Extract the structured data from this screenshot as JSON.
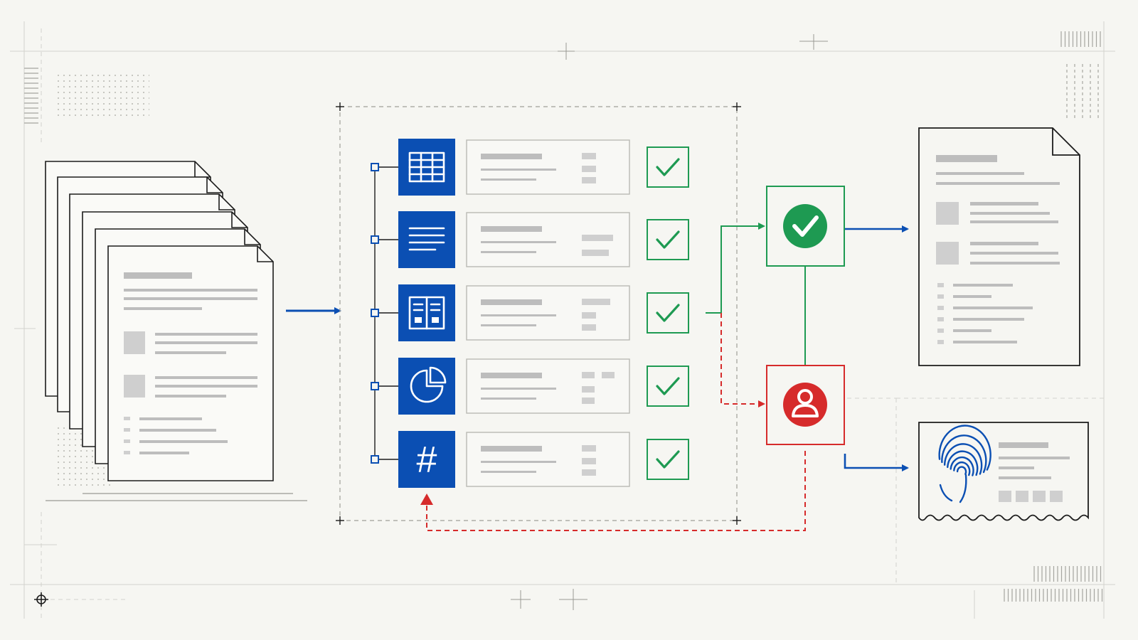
{
  "colors": {
    "background": "#f6f6f2",
    "blue": "#0b4fb3",
    "green": "#1e9a52",
    "red": "#d62b2b",
    "ink": "#1c1c1c",
    "gray_bar": "#bdbdbd",
    "gray_light": "#cfcfcf",
    "guide": "#d3d3cd"
  },
  "diagram": {
    "input_documents": {
      "count": 6,
      "icon": "document-stack-icon"
    },
    "extraction_fields": [
      {
        "icon": "table-grid-icon",
        "status": "check-icon"
      },
      {
        "icon": "text-lines-icon",
        "status": "check-icon"
      },
      {
        "icon": "form-layout-icon",
        "status": "check-icon"
      },
      {
        "icon": "pie-chart-icon",
        "status": "check-icon"
      },
      {
        "icon": "hash-icon",
        "status": "check-icon"
      }
    ],
    "hash_symbol": "#",
    "decisions": {
      "approved": {
        "icon": "check-circle-icon",
        "color": "#1e9a52"
      },
      "human_review": {
        "icon": "user-circle-icon",
        "color": "#d62b2b"
      }
    },
    "outputs": {
      "structured_document": {
        "icon": "document-icon"
      },
      "verified_receipt": {
        "icon": "fingerprint-icon"
      }
    },
    "flows": [
      {
        "from": "input_documents",
        "to": "extraction_fields",
        "style": "solid",
        "color": "#0b4fb3"
      },
      {
        "from": "extraction_fields",
        "to": "approved",
        "style": "solid",
        "color": "#1e9a52"
      },
      {
        "from": "extraction_fields",
        "to": "human_review",
        "style": "dashed",
        "color": "#d62b2b"
      },
      {
        "from": "approved",
        "to": "structured_document",
        "style": "solid",
        "color": "#0b4fb3"
      },
      {
        "from": "human_review",
        "to": "verified_receipt",
        "style": "solid",
        "color": "#0b4fb3"
      },
      {
        "from": "human_review",
        "to": "extraction_fields",
        "style": "dashed",
        "color": "#d62b2b"
      }
    ]
  }
}
